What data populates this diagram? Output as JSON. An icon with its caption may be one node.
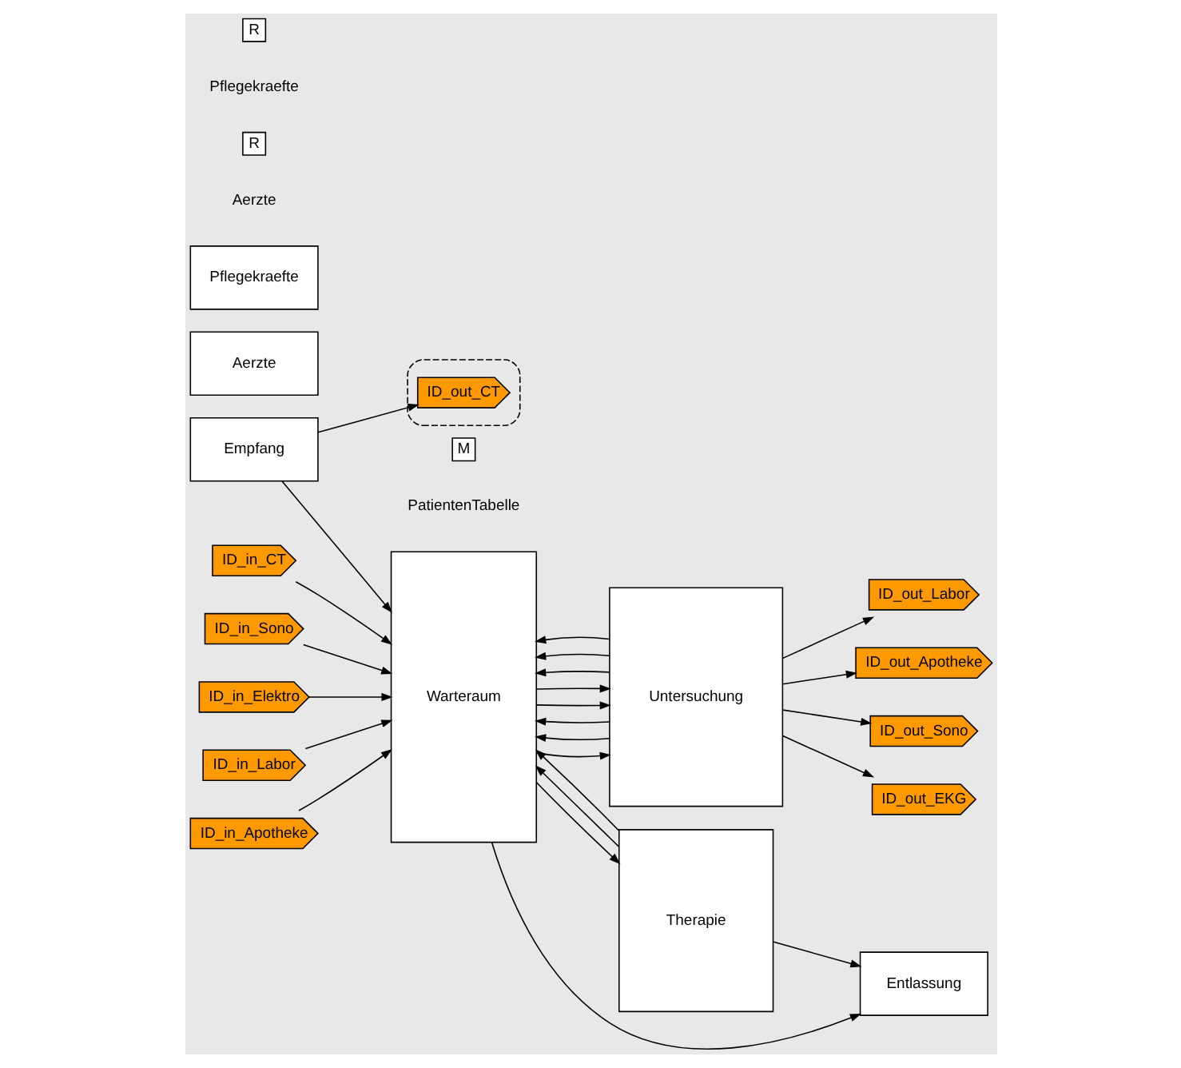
{
  "diagram": {
    "nodes": [
      {
        "text": [
          "Empfang"
        ]
      },
      {
        "text": [
          "ID_out_CT"
        ],
        "in": 17
      },
      {
        "text": [
          "ID_in_CT"
        ]
      },
      {
        "text": [
          "ID_in_Sono"
        ]
      },
      {
        "text": [
          "ID_in_Elektro"
        ]
      },
      {
        "text": [
          "ID_in_Labor"
        ]
      },
      {
        "text": [
          "ID_in_Apotheke"
        ]
      },
      {
        "text": [
          "Warteraum"
        ]
      },
      {
        "text": [
          "Untersuchung"
        ]
      },
      {
        "text": [
          "ID_out_Labor"
        ]
      },
      {
        "text": [
          "ID_out_Apotheke"
        ]
      },
      {
        "text": [
          "ID_out_Sono"
        ]
      },
      {
        "text": [
          "ID_out_EKG"
        ]
      },
      {
        "text": [
          "Therapie"
        ]
      },
      {
        "text": [
          "Entlassung"
        ]
      },
      {
        "text": [
          "Aerzte"
        ]
      },
      {
        "text": [
          "Pflegekraefte"
        ]
      },
      {
        "text": [],
        "shape": "box"
      }
    ],
    "edges": [
      {
        "from": 0,
        "to": 1,
        "arrow": "to"
      },
      {
        "from": 0,
        "to": 7,
        "arrow": "to"
      },
      {
        "from": 2,
        "to": 7,
        "arrow": "to"
      },
      {
        "from": 3,
        "to": 7,
        "arrow": "to"
      },
      {
        "from": 4,
        "to": 7,
        "arrow": "to"
      },
      {
        "from": 5,
        "to": 7,
        "arrow": "to"
      },
      {
        "from": 6,
        "to": 7,
        "arrow": "to"
      },
      {
        "from": 7,
        "to": 8,
        "arrow": "to"
      },
      {
        "from": 8,
        "to": 7,
        "arrow": "to"
      },
      {
        "from": 8,
        "to": 7,
        "arrow": "to"
      },
      {
        "from": 7,
        "to": 8,
        "arrow": "to"
      },
      {
        "from": 7,
        "to": 8,
        "arrow": "to"
      },
      {
        "from": 8,
        "to": 7,
        "arrow": "to"
      },
      {
        "from": 8,
        "to": 7,
        "arrow": "to"
      },
      {
        "from": 8,
        "to": 7,
        "arrow": "to"
      },
      {
        "from": 8,
        "to": 9,
        "arrow": "to"
      },
      {
        "from": 8,
        "to": 10,
        "arrow": "to"
      },
      {
        "from": 8,
        "to": 11,
        "arrow": "to"
      },
      {
        "from": 8,
        "to": 12,
        "arrow": "to"
      },
      {
        "from": 13,
        "to": 7,
        "arrow": "to"
      },
      {
        "from": 13,
        "to": 7,
        "arrow": "to"
      },
      {
        "from": 7,
        "to": 13,
        "arrow": "to"
      },
      {
        "from": 7,
        "to": 14,
        "arrow": "to"
      },
      {
        "from": 13,
        "to": 14,
        "arrow": "to"
      }
    ],
    "labels": [
      "M",
      "PatientenTabelle",
      "R",
      "Aerzte",
      "R",
      "Pflegekraefte"
    ]
  }
}
